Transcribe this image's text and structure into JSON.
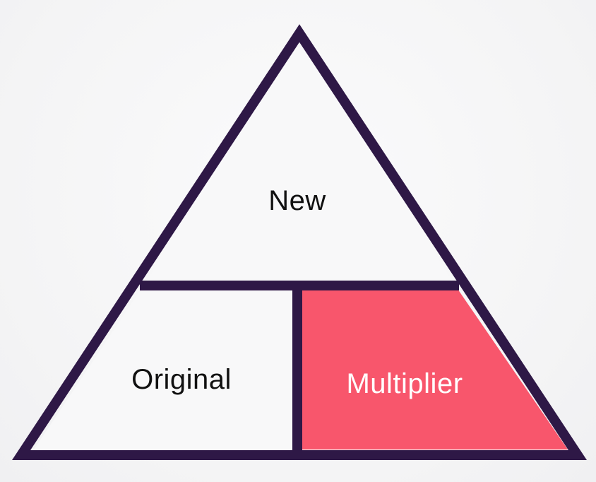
{
  "diagram": {
    "top_label": "New",
    "bottom_left_label": "Original",
    "bottom_right_label": "Multiplier"
  },
  "colors": {
    "outline": "#2e1846",
    "highlight_fill": "#f8566c",
    "empty_fill": "#f8f8f9",
    "dark_text": "#111111",
    "light_text": "#ffffff"
  }
}
